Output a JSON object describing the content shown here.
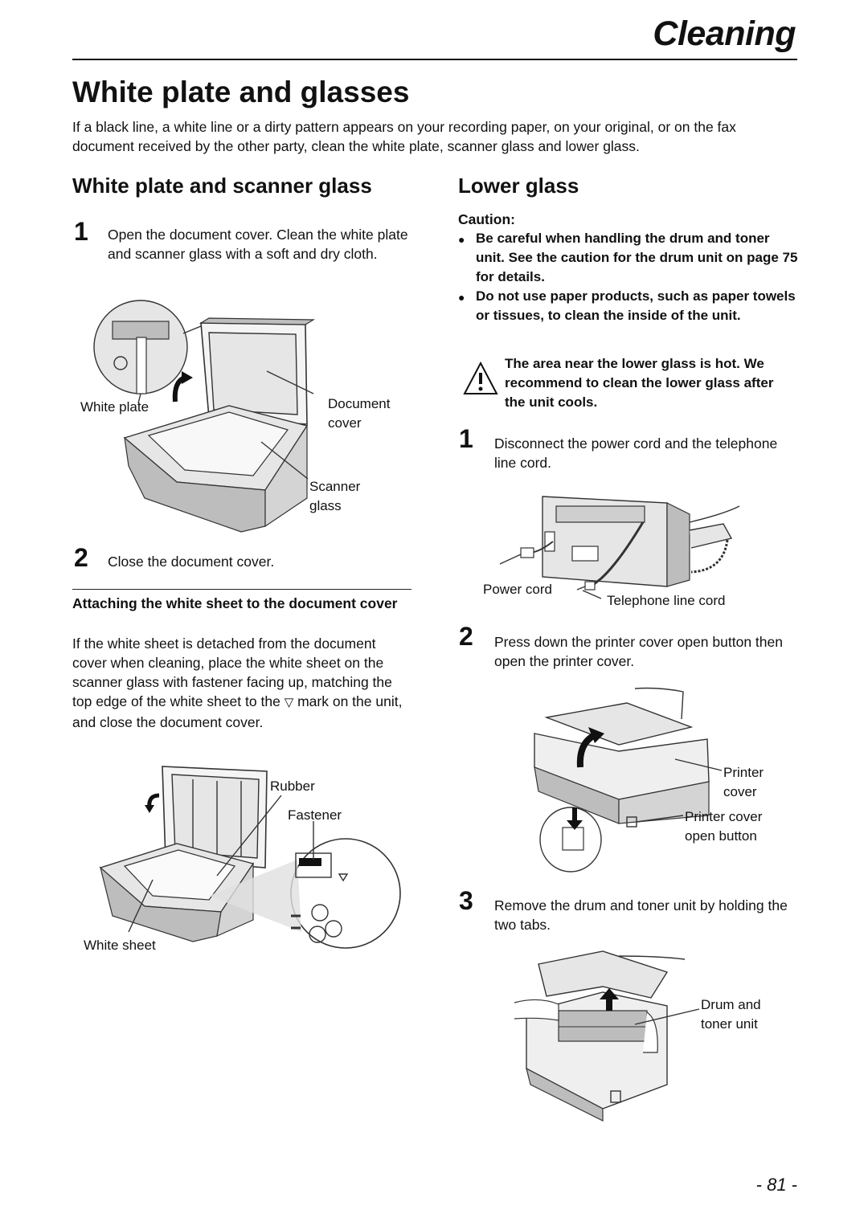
{
  "header": {
    "section_title": "Cleaning"
  },
  "page_title": "White plate and glasses",
  "intro": "If a black line, a white line or a dirty pattern appears on your recording paper, on your original, or on the fax document received by the other party, clean the white plate, scanner glass and lower glass.",
  "left": {
    "heading": "White plate and scanner glass",
    "steps": [
      {
        "num": "1",
        "text": "Open the document cover. Clean the white plate and scanner glass with a soft and dry cloth."
      },
      {
        "num": "2",
        "text": "Close the document cover."
      }
    ],
    "figure1_labels": {
      "white_plate": "White plate",
      "document_cover_1": "Document",
      "document_cover_2": "cover",
      "scanner_glass_1": "Scanner",
      "scanner_glass_2": "glass"
    },
    "attach": {
      "heading": "Attaching the white sheet to the document cover",
      "body_1": "If the white sheet is detached from the document cover when cleaning, place the white sheet on the scanner glass with fastener facing up, matching the top edge of the white sheet to the",
      "mark": "▽",
      "body_2": "mark on the unit, and close the document cover."
    },
    "figure2_labels": {
      "rubber": "Rubber",
      "fastener": "Fastener",
      "white_sheet": "White sheet"
    }
  },
  "right": {
    "heading": "Lower glass",
    "caution_label": "Caution:",
    "caution_items": [
      "Be careful when handling the drum and toner unit. See the caution for the drum unit on page 75 for details.",
      "Do not use paper products, such as paper towels or tissues, to clean the inside of the unit."
    ],
    "warning_icon": "warning-triangle-icon",
    "warning_text": "The area near the lower glass is hot. We recommend to clean the lower glass after the unit cools.",
    "steps": [
      {
        "num": "1",
        "text": "Disconnect the power cord and the telephone line cord."
      },
      {
        "num": "2",
        "text": "Press down the printer cover open button then open the printer cover."
      },
      {
        "num": "3",
        "text": "Remove the drum and toner unit by holding the two tabs."
      }
    ],
    "figure3_labels": {
      "power_cord": "Power cord",
      "telephone_line_cord": "Telephone line cord"
    },
    "figure4_labels": {
      "printer_cover_1": "Printer",
      "printer_cover_2": "cover",
      "open_button_1": "Printer cover",
      "open_button_2": "open button"
    },
    "figure5_labels": {
      "drum_1": "Drum and",
      "drum_2": "toner unit"
    }
  },
  "footer": {
    "page_number": "- 81 -"
  }
}
